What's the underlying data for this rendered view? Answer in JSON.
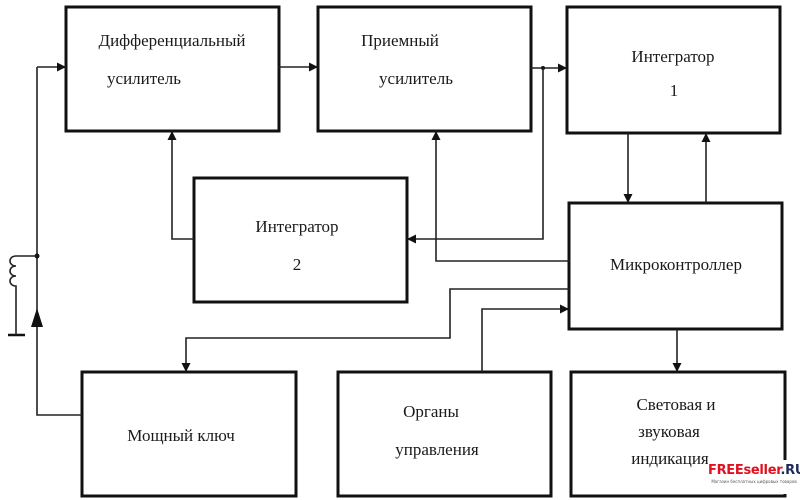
{
  "diagram": {
    "type": "block-diagram",
    "blocks": {
      "diff_amp": {
        "line1": "Дифференциальный",
        "line2": "усилитель"
      },
      "receiver_amp": {
        "line1": "Приемный",
        "line2": "усилитель"
      },
      "integrator1": {
        "line1": "Интегратор",
        "line2": "1"
      },
      "integrator2": {
        "line1": "Интегратор",
        "line2": "2"
      },
      "mcu": {
        "line1": "Микроконтроллер"
      },
      "power_switch": {
        "line1": "Мощный ключ"
      },
      "controls": {
        "line1": "Органы",
        "line2": "управления"
      },
      "indication": {
        "line1": "Световая и",
        "line2": "звуковая",
        "line3": "индикация"
      }
    },
    "connections": [
      {
        "from": "coil",
        "to": "diff_amp"
      },
      {
        "from": "diff_amp",
        "to": "receiver_amp"
      },
      {
        "from": "receiver_amp",
        "to": "integrator1"
      },
      {
        "from": "receiver_amp",
        "to": "integrator2"
      },
      {
        "from": "integrator1",
        "to": "mcu"
      },
      {
        "from": "mcu",
        "to": "integrator1"
      },
      {
        "from": "integrator2",
        "to": "diff_amp"
      },
      {
        "from": "mcu",
        "to": "receiver_amp"
      },
      {
        "from": "mcu",
        "to": "power_switch"
      },
      {
        "from": "controls",
        "to": "mcu"
      },
      {
        "from": "mcu",
        "to": "indication"
      },
      {
        "from": "power_switch",
        "to": "coil"
      }
    ],
    "components": {
      "coil": "inductor-coil",
      "ground": "ground-symbol"
    }
  },
  "watermark": {
    "brand_red": "FREEseller",
    "brand_dark": ".RU",
    "tagline": "Магазин бесплатных цифровых товаров",
    "colors": {
      "red": "#e0101e",
      "dark": "#1d2a5a"
    }
  }
}
